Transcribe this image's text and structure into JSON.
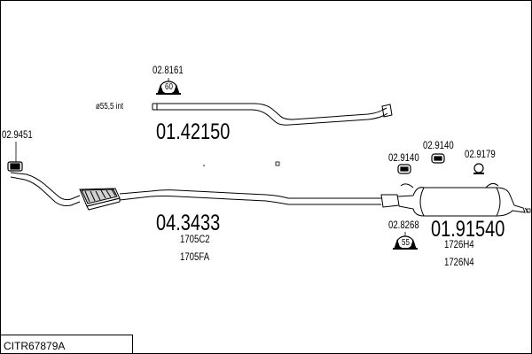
{
  "diagram": {
    "parts": {
      "rear_pipe": "01.42150",
      "middle_pipe": "04.3433",
      "rear_silencer": "01.91540"
    },
    "fittings": {
      "clamp_top": "02.8161",
      "clamp_left": "02.9451",
      "clamp_right_a": "02.9140",
      "clamp_right_b": "02.9140",
      "clamp_right_c": "02.9179",
      "clamp_bottom": "02.8268"
    },
    "badges": {
      "clamp_top": "60",
      "clamp_bottom": "55"
    },
    "pipe_spec": "ø55,5  int",
    "oem_codes": {
      "middle": [
        "1705C2",
        "1705FA"
      ],
      "rear": [
        "1726H4",
        "1726N4"
      ]
    }
  },
  "footer": {
    "ref": "CITR67879A"
  }
}
